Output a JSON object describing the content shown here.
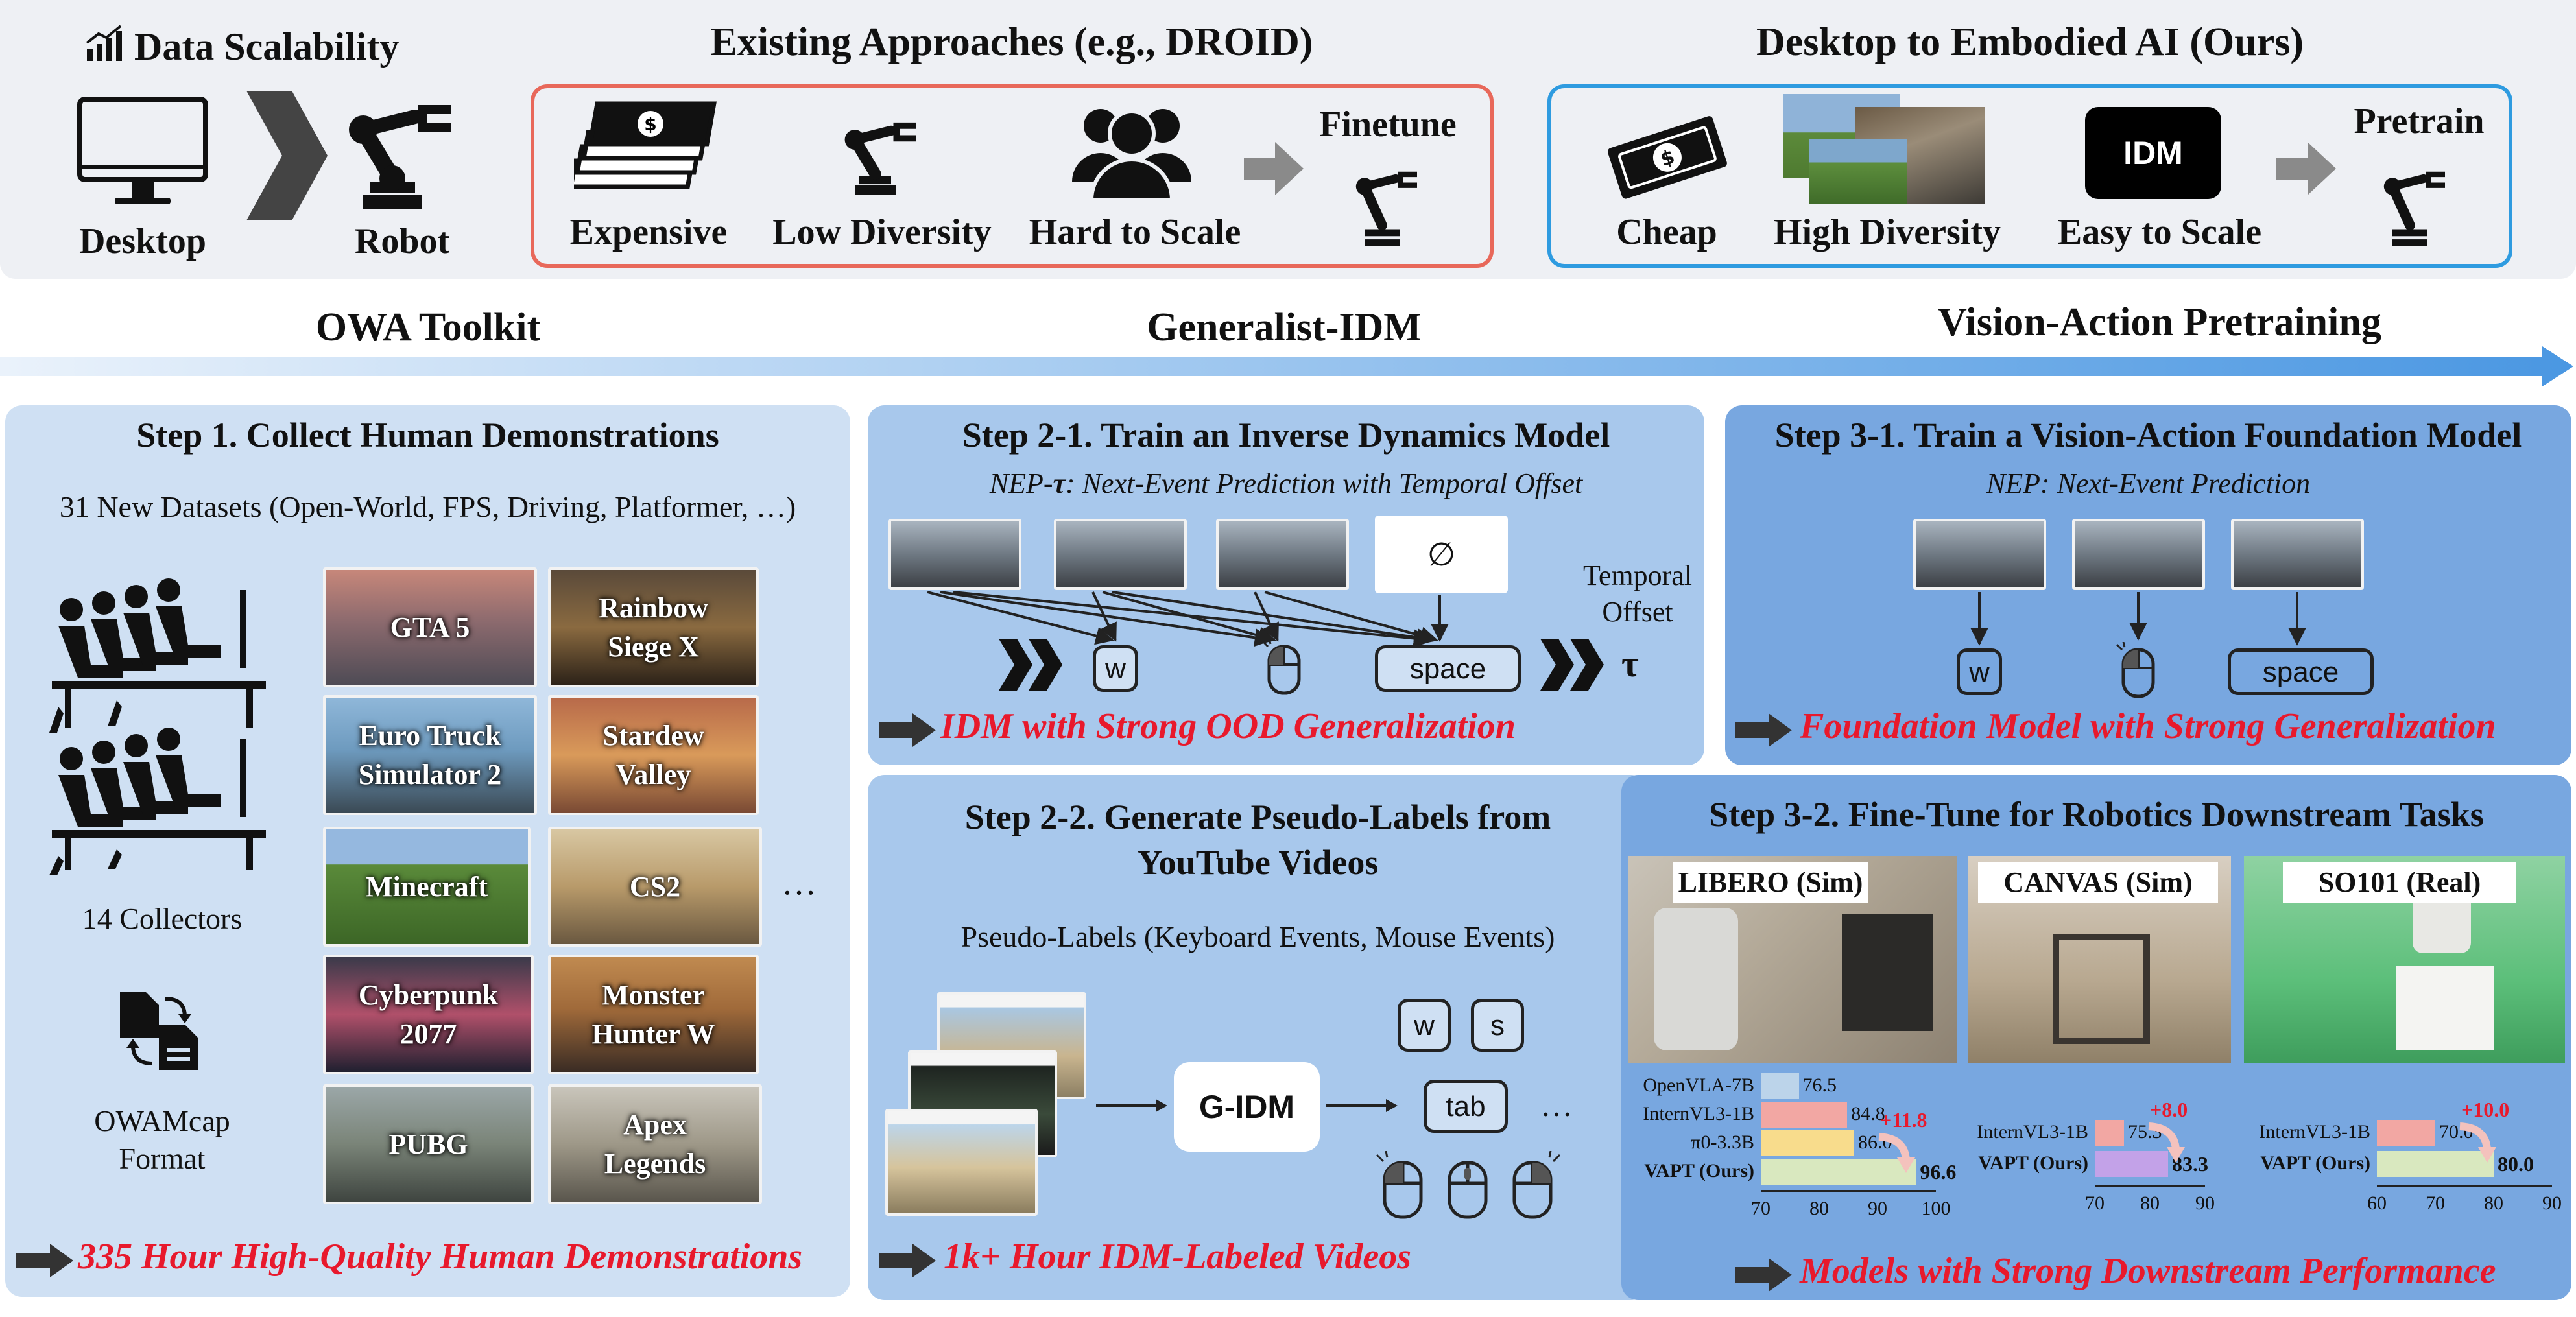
{
  "top": {
    "scalability": {
      "title": "Data Scalability",
      "desktop": "Desktop",
      "robot": "Robot"
    },
    "existing": {
      "title": "Existing Approaches (e.g., DROID)",
      "items": [
        "Expensive",
        "Low Diversity",
        "Hard to Scale"
      ],
      "finetune": "Finetune"
    },
    "ours": {
      "title": "Desktop to Embodied AI (Ours)",
      "items": [
        "Cheap",
        "High Diversity",
        "Easy to Scale"
      ],
      "idm": "IDM",
      "pretrain": "Pretrain"
    }
  },
  "stages": [
    "OWA Toolkit",
    "Generalist-IDM",
    "Vision-Action Pretraining"
  ],
  "step1": {
    "title": "Step 1. Collect Human Demonstrations",
    "subtitle": "31 New Datasets (Open-World, FPS, Driving, Platformer, …)",
    "collectors": "14 Collectors",
    "format_line1": "OWAMcap",
    "format_line2": "Format",
    "games": [
      [
        "GTA 5"
      ],
      [
        "Rainbow",
        "Siege X"
      ],
      [
        "Euro Truck",
        "Simulator 2"
      ],
      [
        "Stardew",
        "Valley"
      ],
      [
        "Minecraft"
      ],
      [
        "CS2"
      ],
      [
        "Cyberpunk",
        "2077"
      ],
      [
        "Monster",
        "Hunter W"
      ],
      [
        "PUBG"
      ],
      [
        "Apex",
        "Legends"
      ]
    ],
    "more": "…",
    "result": "335 Hour High-Quality Human Demonstrations"
  },
  "step21": {
    "title": "Step 2-1. Train an Inverse Dynamics Model",
    "subtitle_prefix": "NEP-",
    "subtitle_tau": "τ",
    "subtitle_rest": ": Next-Event Prediction with Temporal Offset",
    "null_symbol": "∅",
    "key_w": "w",
    "key_space": "space",
    "offset_line1": "Temporal",
    "offset_line2": "Offset",
    "tau": "τ",
    "result": "IDM with Strong OOD Generalization"
  },
  "step22": {
    "title_line1": "Step 2-2. Generate Pseudo-Labels from",
    "title_line2": "YouTube Videos",
    "subtitle": "Pseudo-Labels (Keyboard Events, Mouse Events)",
    "model": "G-IDM",
    "keys": [
      "w",
      "s",
      "tab"
    ],
    "more": "…",
    "result": "1k+ Hour IDM-Labeled Videos"
  },
  "step31": {
    "title": "Step 3-1. Train a Vision-Action Foundation Model",
    "subtitle": "NEP: Next-Event Prediction",
    "key_w": "w",
    "key_space": "space",
    "result": "Foundation Model with Strong Generalization"
  },
  "step32": {
    "title": "Step 3-2. Fine-Tune for Robotics Downstream Tasks",
    "result": "Models with Strong Downstream Performance"
  },
  "chart_data": [
    {
      "type": "bar",
      "title": "LIBERO (Sim)",
      "categories": [
        "OpenVLA-7B",
        "InternVL3-1B",
        "π0-3.3B",
        "VAPT (Ours)"
      ],
      "values": [
        76.5,
        84.8,
        86.0,
        96.6
      ],
      "annotation": "+11.8",
      "xlim": [
        70,
        100
      ],
      "ticks": [
        "70",
        "80",
        "90",
        "100"
      ],
      "colors": [
        "#bcd4ea",
        "#f2a7a3",
        "#f8dc8c",
        "#d9e8bf"
      ]
    },
    {
      "type": "bar",
      "title": "CANVAS (Sim)",
      "categories": [
        "InternVL3-1B",
        "VAPT (Ours)"
      ],
      "values": [
        75.3,
        83.3
      ],
      "annotation": "+8.0",
      "xlim": [
        70,
        90
      ],
      "ticks": [
        "70",
        "80",
        "90"
      ],
      "colors": [
        "#f2a7a3",
        "#c3a2e8"
      ]
    },
    {
      "type": "bar",
      "title": "SO101 (Real)",
      "categories": [
        "InternVL3-1B",
        "VAPT (Ours)"
      ],
      "values": [
        70.0,
        80.0
      ],
      "annotation": "+10.0",
      "xlim": [
        60,
        90
      ],
      "ticks": [
        "60",
        "70",
        "80",
        "90"
      ],
      "colors": [
        "#f2a7a3",
        "#d9e8bf"
      ]
    }
  ]
}
